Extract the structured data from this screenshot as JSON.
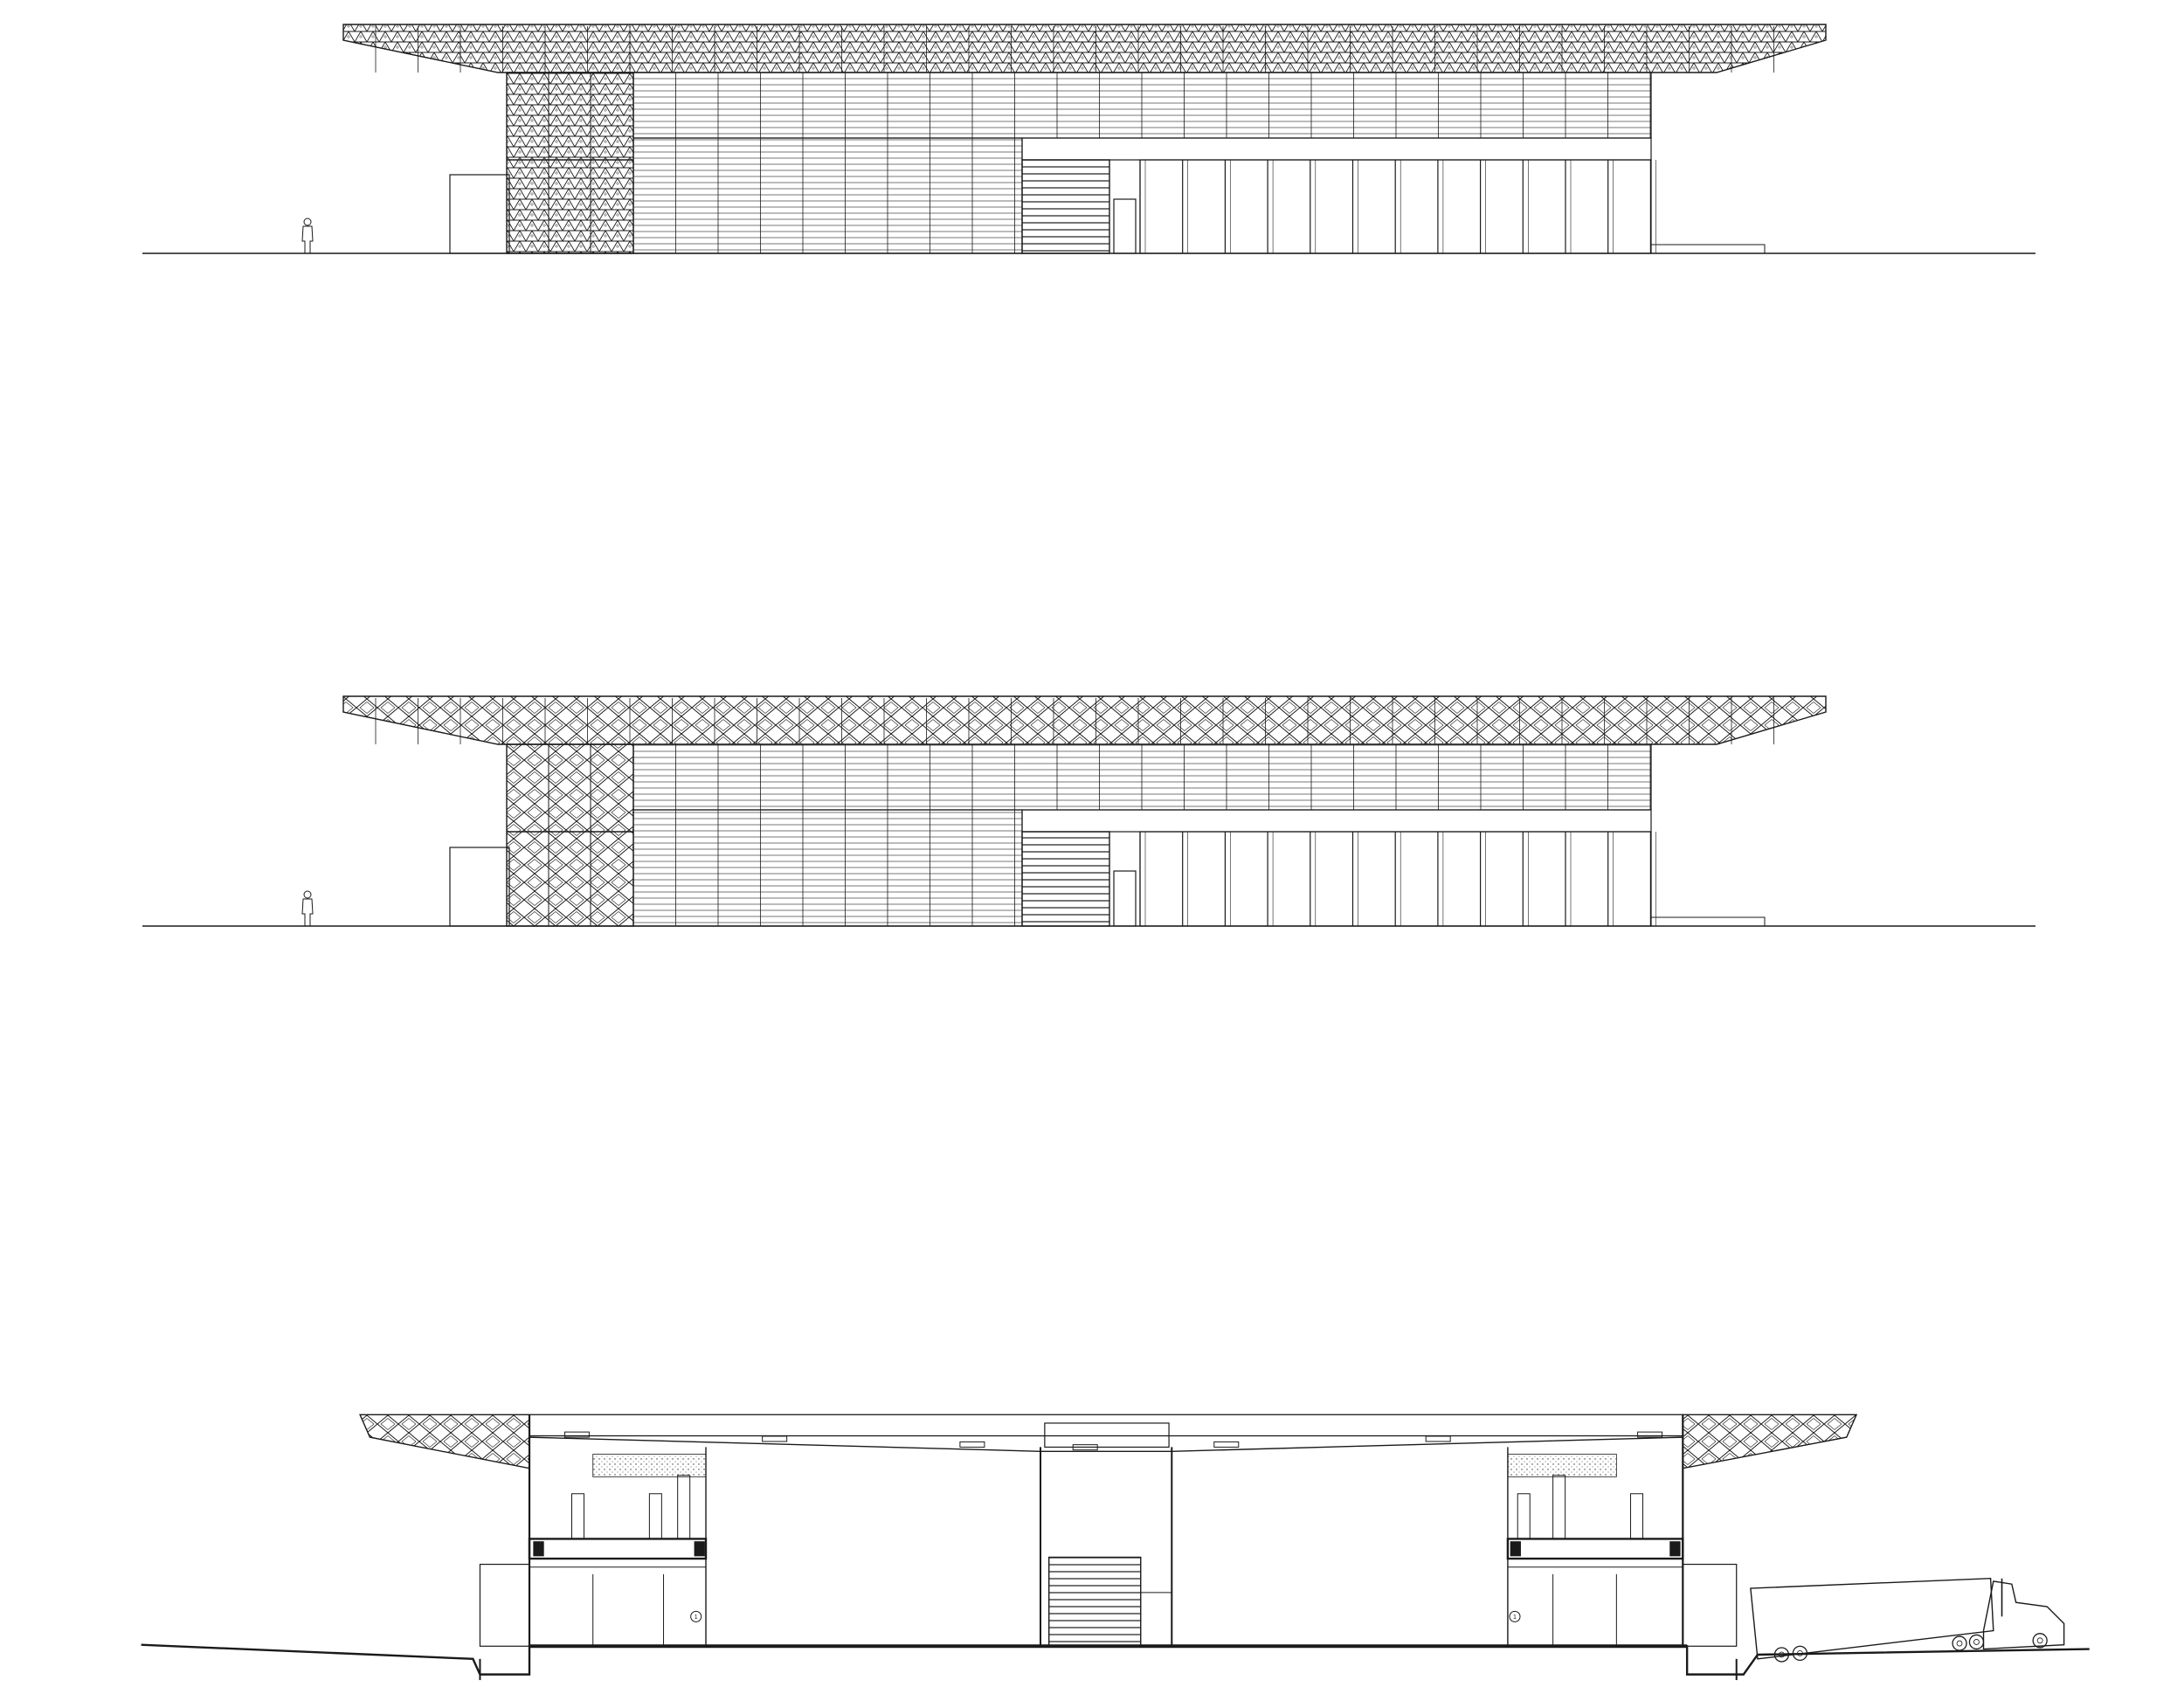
{
  "sheet": {
    "type": "architectural drawing sheet",
    "line_color": "#1a1a1a",
    "background": "#ffffff"
  },
  "drawings": [
    {
      "kind": "elevation",
      "screen_pattern": "triangular-mesh"
    },
    {
      "kind": "elevation",
      "screen_pattern": "diamond-lattice"
    },
    {
      "kind": "section",
      "section_markers": [
        "1",
        "1"
      ]
    }
  ]
}
